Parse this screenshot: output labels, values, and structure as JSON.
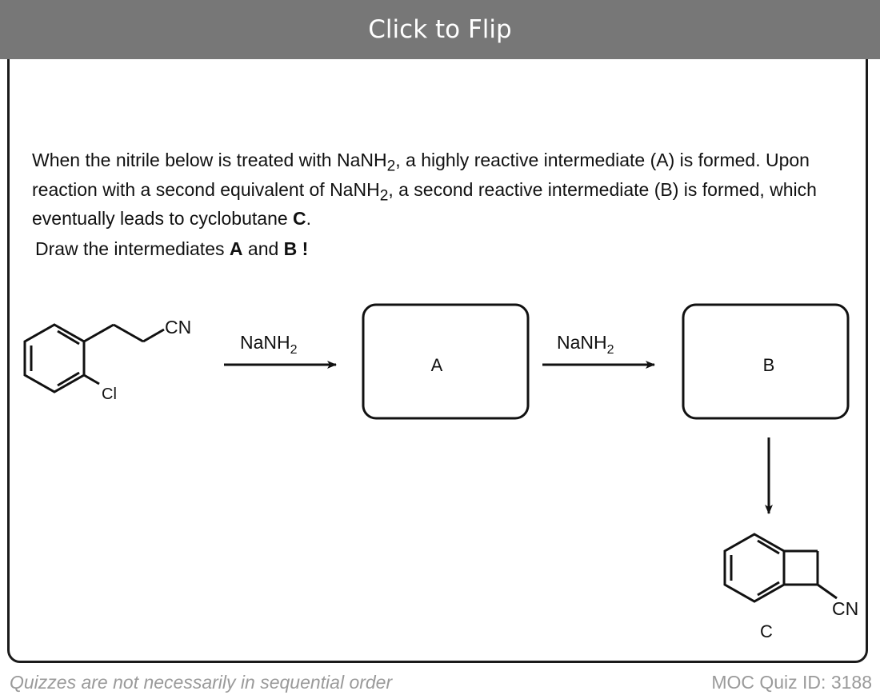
{
  "flip_button": {
    "label": "Click to Flip"
  },
  "question": {
    "p1_before": "When the nitrile below is treated with NaNH",
    "p1_sub": "2",
    "p1_middle": ", a highly reactive intermediate (A) is formed. Upon reaction with a second equivalent of NaNH",
    "p1_sub2": "2",
    "p1_after": ", a second reactive intermediate (B) is formed, which eventually leads to cyclobutane ",
    "p1_bold": "C",
    "p1_end": ".",
    "instruction_before": "Draw the intermediates ",
    "instruction_a": "A",
    "instruction_and": " and ",
    "instruction_b": "B !"
  },
  "scheme": {
    "start_cn": "CN",
    "start_cl": "Cl",
    "reagent1": "NaNH",
    "reagent1_sub": "2",
    "box_a": "A",
    "reagent2": "NaNH",
    "reagent2_sub": "2",
    "box_b": "B",
    "product_cn": "CN",
    "product_label": "C"
  },
  "footer": {
    "note": "Quizzes are not necessarily in sequential order",
    "quiz_id": "MOC Quiz ID: 3188"
  },
  "colors": {
    "flip_bar": "#777777",
    "accent": "#5ab4d6",
    "footer_text": "#9a9a9a"
  }
}
